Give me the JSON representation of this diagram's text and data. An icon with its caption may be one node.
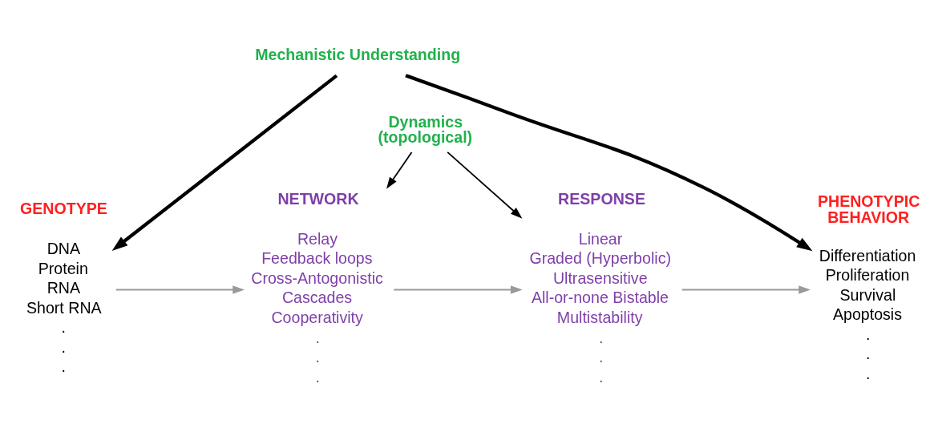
{
  "diagram": {
    "nodes": [
      {
        "text": [
          "Mechanistic Understanding"
        ]
      },
      {
        "text": [
          "Dynamics (topological)"
        ]
      },
      {
        "text": [
          "GENOTYPE"
        ],
        "beside": [
          "DNA",
          "Protein",
          "RNA",
          "Short RNA",
          ".",
          ".",
          "."
        ]
      },
      {
        "text": [
          "NETWORK"
        ],
        "beside": [
          "Relay",
          "Feedback loops",
          "Cross-Antogonistic",
          "Cascades",
          "Cooperativity",
          ".",
          ".",
          "."
        ]
      },
      {
        "text": [
          "RESPONSE"
        ],
        "beside": [
          "Linear",
          "Graded (Hyperbolic)",
          "Ultrasensitive",
          "All-or-none Bistable",
          "Multistability",
          ".",
          ".",
          "."
        ]
      },
      {
        "text": [
          "PHENOTYPIC BEHAVIOR"
        ],
        "beside": [
          "Differentiation",
          "Proliferation",
          "Survival",
          "Apoptosis",
          ".",
          ".",
          "."
        ]
      }
    ],
    "edges": [
      {
        "from": 0,
        "to": 2,
        "arrow": "to",
        "style": "thick"
      },
      {
        "from": 0,
        "to": 5,
        "arrow": "to",
        "style": "thick"
      },
      {
        "from": 1,
        "to": 3,
        "arrow": "to"
      },
      {
        "from": 1,
        "to": 4,
        "arrow": "to"
      },
      {
        "from": 2,
        "to": 3,
        "arrow": "to",
        "color": "#999999"
      },
      {
        "from": 3,
        "to": 4,
        "arrow": "to",
        "color": "#999999"
      },
      {
        "from": 4,
        "to": 5,
        "arrow": "to",
        "color": "#999999"
      }
    ]
  }
}
